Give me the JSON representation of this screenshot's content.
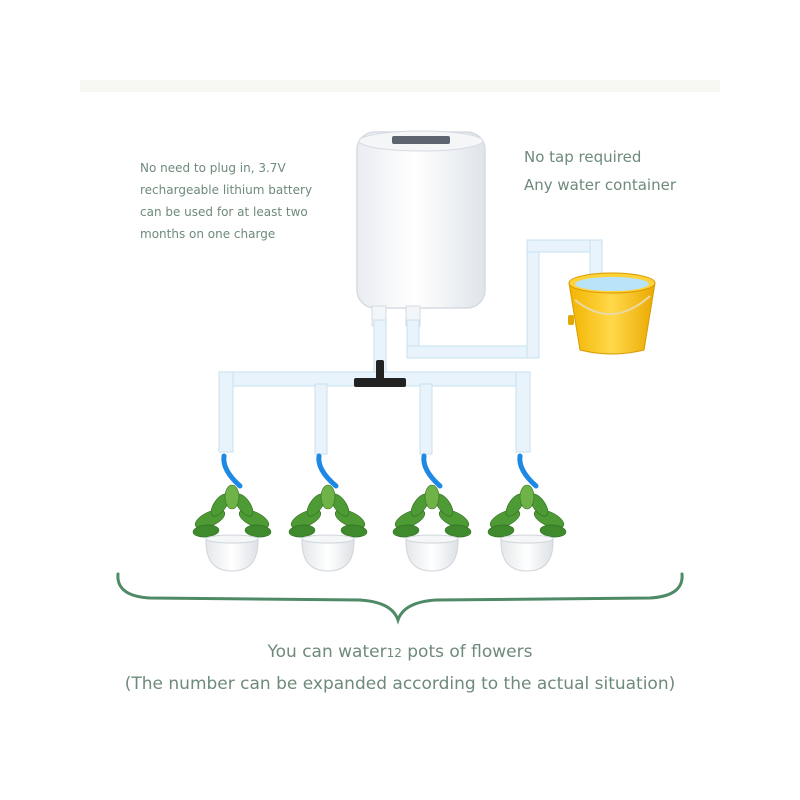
{
  "notes": {
    "battery_lines": [
      "No need to plug in, 3.7V",
      "rechargeable lithium battery",
      "can be used for at least two",
      "months on one charge"
    ],
    "tap_lines": [
      "No tap required",
      "Any water container"
    ]
  },
  "caption": {
    "line1_prefix": "You can water",
    "line1_number": "12",
    "line1_suffix": " pots of flowers",
    "line2": "(The number can be expanded according to the actual situation)"
  },
  "colors": {
    "text": "#6e8a7a",
    "brace": "#4f8a66",
    "tube": "#e8f3fb",
    "tube_edge": "#c9e0f0",
    "nozzle": "#1e88e5",
    "bucket": "#f7c21a",
    "water": "#b9e3f8",
    "leaf": "#4e9a35"
  }
}
